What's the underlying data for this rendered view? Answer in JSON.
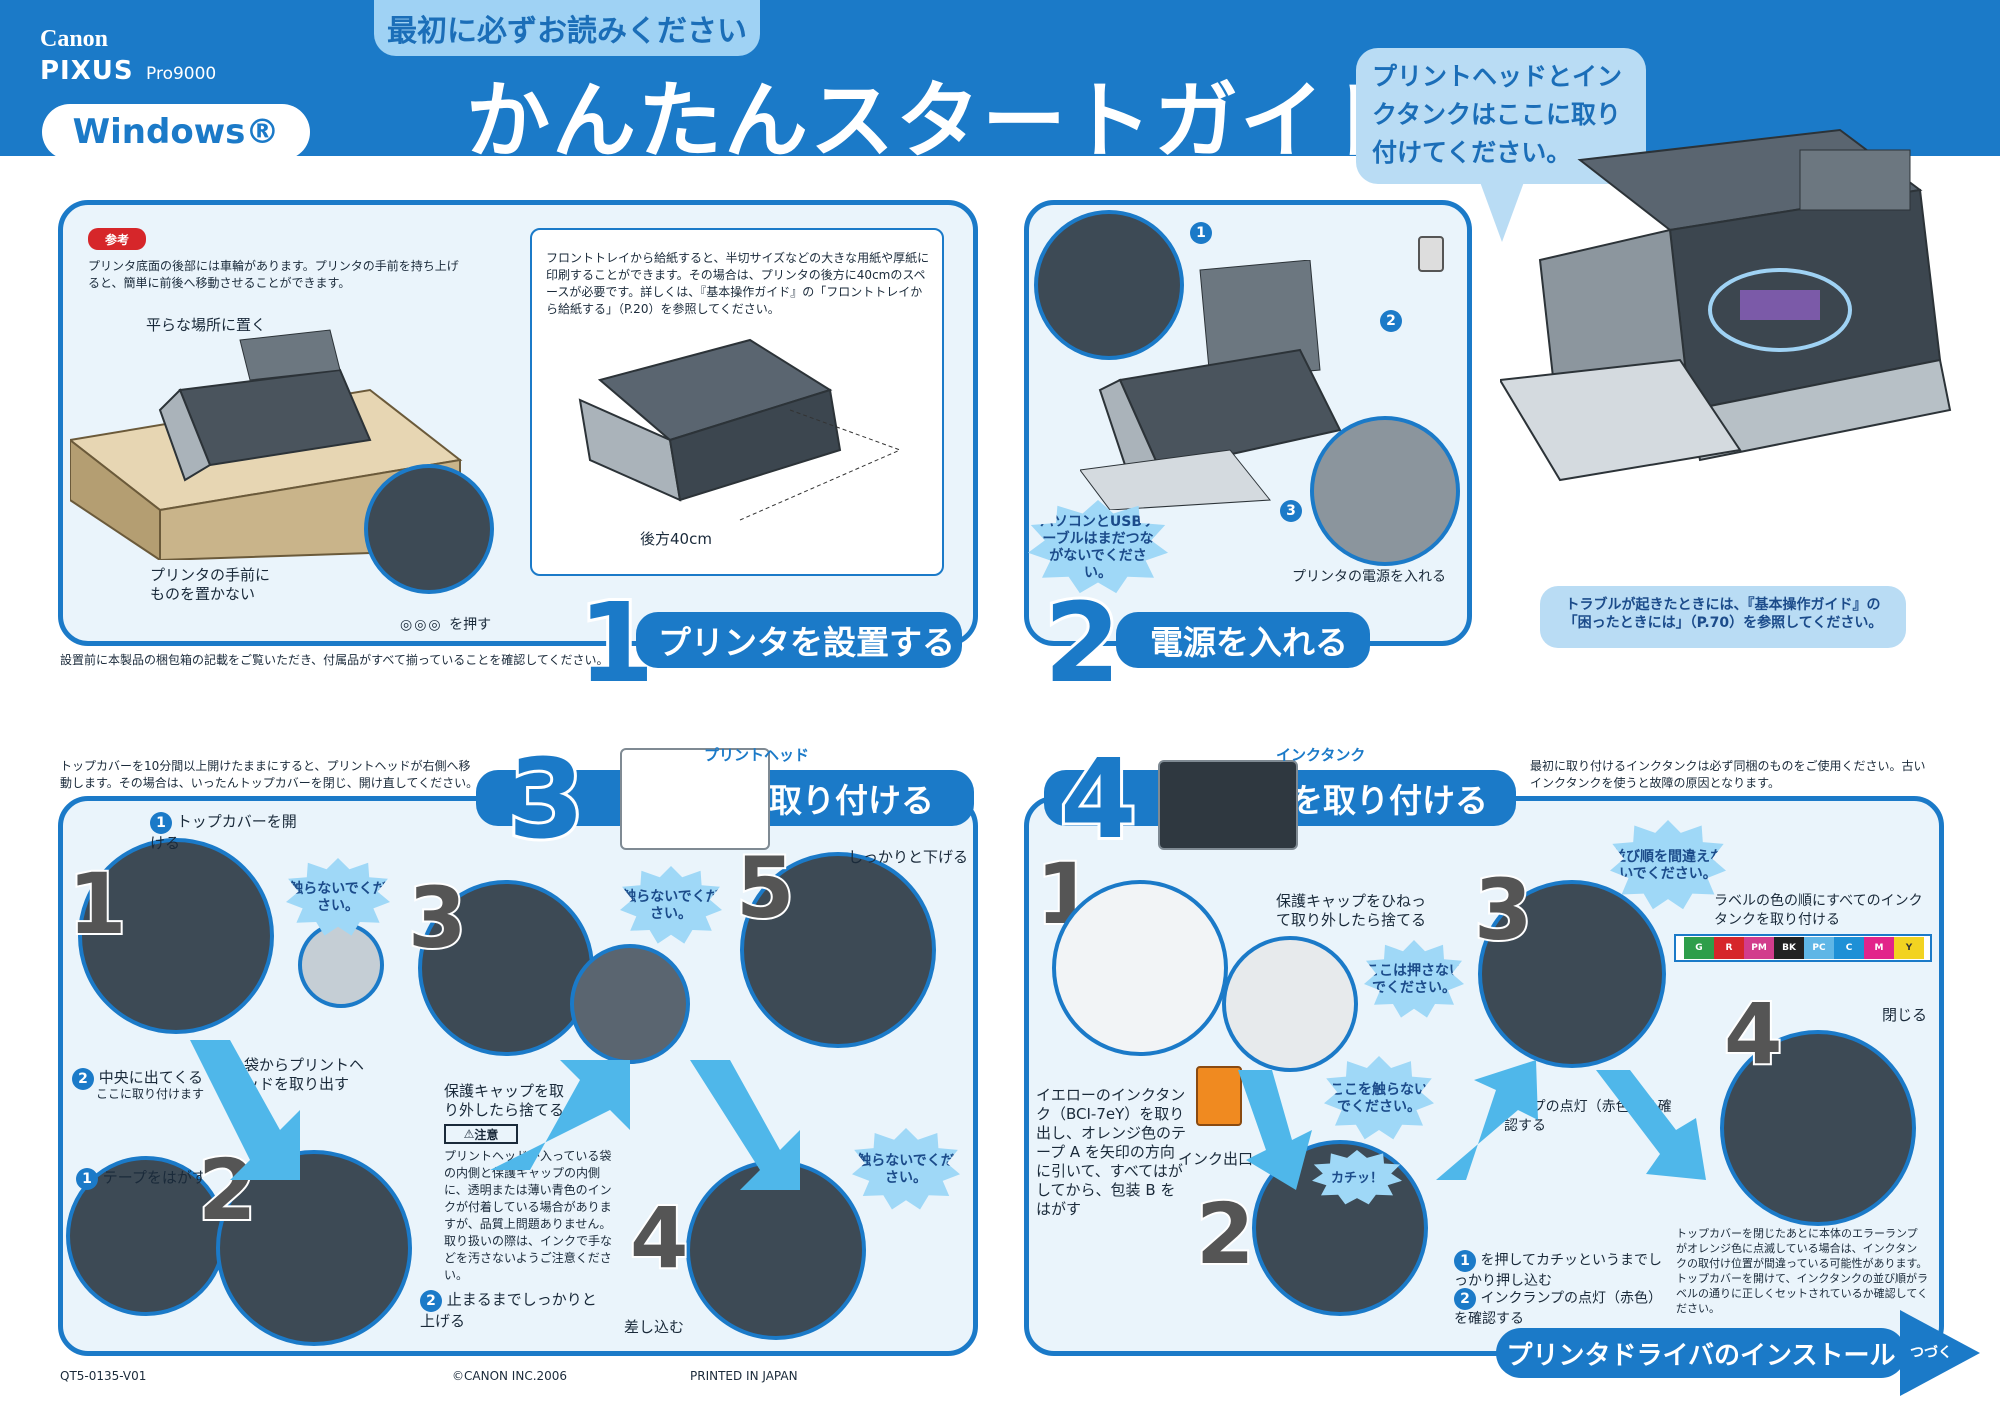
{
  "header": {
    "brand": "Canon",
    "product": "PIXUS",
    "model": "Pro9000",
    "os_badge": "Windows®",
    "read_first": "最初に必ずお読みください",
    "title": "かんたんスタートガイド",
    "callout": "プリントヘッドとインクタンクはここに取り付けてください。"
  },
  "step1": {
    "number": "1",
    "title": "プリンタを設置する",
    "note_badge": "参考",
    "note_text": "プリンタ底面の後部には車輪があります。プリンタの手前を持ち上げると、簡単に前後へ移動させることができます。",
    "label_flat": "平らな場所に置く",
    "label_front": "プリンタの手前にものを置かない",
    "label_press": "を押す",
    "tray_text": "フロントトレイから給紙すると、半切サイズなどの大きな用紙や厚紙に印刷することができます。その場合は、プリンタの後方に40cmのスペースが必要です。詳しくは、『基本操作ガイド』の「フロントトレイから給紙する」（P.20）を参照してください。",
    "label_rear": "後方40cm",
    "footnote": "設置前に本製品の梱包箱の記載をご覧いただき、付属品がすべて揃っていることを確認してください。"
  },
  "step2": {
    "number": "2",
    "title": "電源を入れる",
    "usb_warning": "パソコンとUSBケーブルはまだつながないでください。",
    "power_label": "プリンタの電源を入れる",
    "n1": "1",
    "n2": "2",
    "n3": "3"
  },
  "trouble": "トラブルが起きたときには、『基本操作ガイド』の「困ったときには」（P.70）を参照してください。",
  "step3": {
    "number": "3",
    "component": "プリントヘッド",
    "title": "を取り付ける",
    "note": "トップカバーを10分間以上開けたままにすると、プリントヘッドが右側へ移動します。その場合は、いったんトップカバーを閉じ、開け直してください。",
    "open_cover": "トップカバーを開ける",
    "center": "中央に出てくる",
    "center_sub": "ここに取り付けます",
    "no_touch": "触らないでください。",
    "take_out": "袋からプリントヘッドを取り出す",
    "cap_discard": "保護キャップを取り外したら捨てる",
    "caution_title": "注意",
    "caution_text": "プリントヘッドが入っている袋の内側と保護キャップの内側に、透明または薄い青色のインクが付着している場合がありますが、品質上問題ありません。取り扱いの際は、インクで手などを汚さないようご注意ください。",
    "lower": "しっかりと下げる",
    "tape": "テープをはがす",
    "lift": "止まるまでしっかりと上げる",
    "insert": "差し込む",
    "sub1": "1",
    "sub2": "2",
    "sub3": "3",
    "sub4": "4",
    "sub5": "5"
  },
  "step4": {
    "number": "4",
    "component": "インクタンク",
    "title": "を取り付ける",
    "note": "最初に取り付けるインクタンクは必ず同梱のものをご使用ください。古いインクタンクを使うと故障の原因となります。",
    "twist_cap": "保護キャップをひねって取り外したら捨てる",
    "press_here": "ここは押さないでください。",
    "no_touch": "ここを触らないでください。",
    "yellow_text": "イエローのインクタンク（BCI-7eY）を取り出し、オレンジ色のテープ A を矢印の方向に引いて、すべてはがしてから、包装 B をはがす",
    "ink_outlet": "インク出口",
    "order_warning": "並び順を間違えないでください。",
    "label_order": "ラベルの色の順にすべてのインクタンクを取り付ける",
    "lamp_check": "ランプの点灯（赤色）を確認する",
    "click": "カチッ！",
    "press_click": "を押してカチッというまでしっかり押し込む",
    "lamp_check2": "インクランプの点灯（赤色）を確認する",
    "close": "閉じる",
    "error_text": "トップカバーを閉じたあとに本体のエラーランプがオレンジ色に点滅している場合は、インクタンクの取付け位置が間違っている可能性があります。トップカバーを開けて、インクタンクの並び順がラベルの通りに正しくセットされているか確認してください。",
    "colors": [
      "G",
      "R",
      "PM",
      "BK",
      "PC",
      "C",
      "M",
      "Y"
    ],
    "sub1": "1",
    "sub2": "2",
    "sub3": "3",
    "sub4": "4"
  },
  "next_step": "プリンタドライバのインストール",
  "next_label": "つづく",
  "footer": {
    "code": "QT5-0135-V01",
    "copyright": "©CANON INC.2006",
    "printed": "PRINTED IN JAPAN"
  },
  "colors": {
    "primary": "#1b7ac8",
    "light": "#9fd2f4",
    "panel_bg": "#eaf4fb",
    "ink": [
      "#2e9e4a",
      "#d6262a",
      "#d23c8c",
      "#222222",
      "#5fb6e6",
      "#1e90d6",
      "#e2248a",
      "#f2d321"
    ]
  }
}
